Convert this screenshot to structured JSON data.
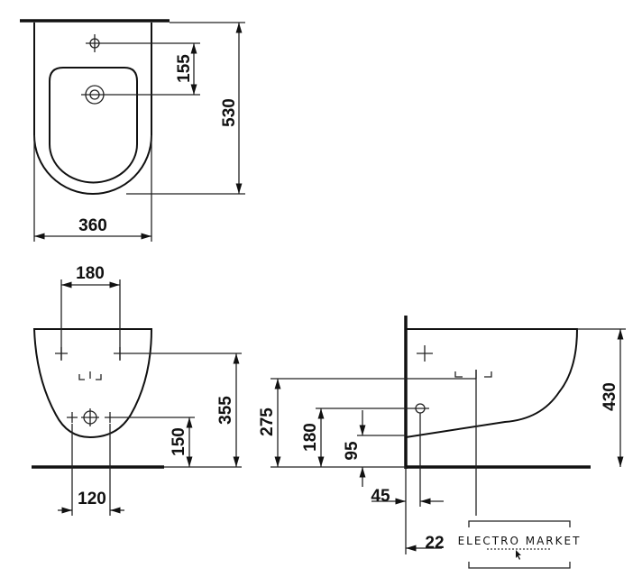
{
  "top_view": {
    "dims": {
      "hole_to_drain": "155",
      "length": "530",
      "width": "360"
    }
  },
  "front_view": {
    "dims": {
      "bolt_spacing": "180",
      "bolt_height": "355",
      "supply_height": "150",
      "supply_spacing": "120"
    }
  },
  "side_view": {
    "dims": {
      "drain_height": "275",
      "supply_height": "180",
      "drain_pipe_height": "95",
      "offset_45": "45",
      "offset_22": "22",
      "total_height": "430"
    }
  },
  "watermark": {
    "brand": "ELECTRO MARKET"
  }
}
